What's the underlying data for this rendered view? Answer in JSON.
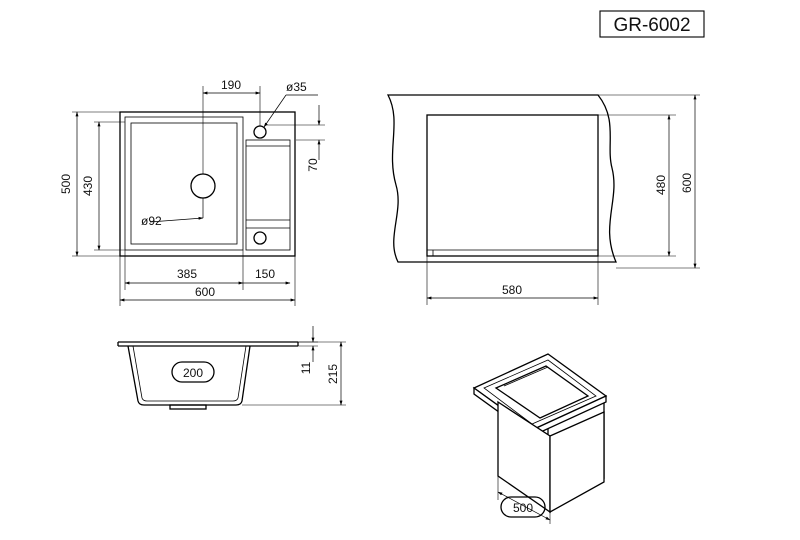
{
  "model_code": "GR-6002",
  "top_view": {
    "dim_hole_offset": "190",
    "dim_tap_hole": "ø35",
    "dim_height_total": "500",
    "dim_height_bowl": "430",
    "dim_drainer_offset": "70",
    "dim_drain": "ø92",
    "dim_bowl_width": "385",
    "dim_drainer_width": "150",
    "dim_width_total": "600"
  },
  "cabinet_view": {
    "dim_cutout_height": "480",
    "dim_cabinet_height": "600",
    "dim_cutout_width": "580"
  },
  "side_view": {
    "dim_outlet": "200",
    "dim_rim": "11",
    "dim_depth": "215"
  },
  "iso_view": {
    "dim_cabinet_min": "500"
  }
}
